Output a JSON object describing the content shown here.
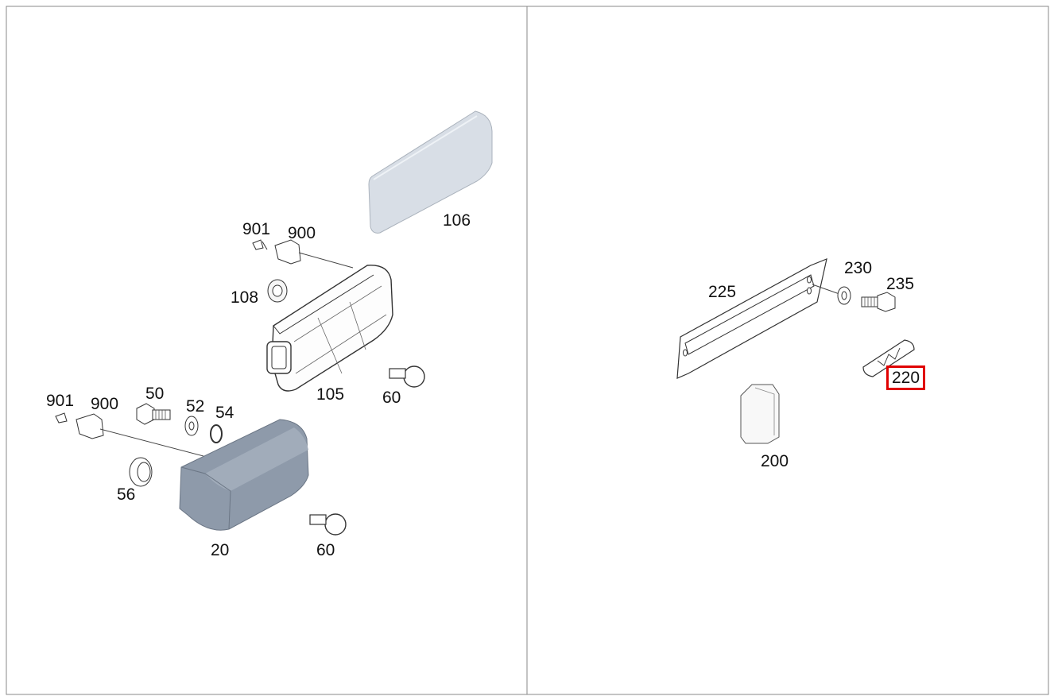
{
  "panels": {
    "left": {
      "labels": {
        "p106": "106",
        "p901a": "901",
        "p900a": "900",
        "p108": "108",
        "p105": "105",
        "p60a": "60",
        "p901b": "901",
        "p900b": "900",
        "p50": "50",
        "p52": "52",
        "p54": "54",
        "p56": "56",
        "p20": "20",
        "p60b": "60"
      }
    },
    "right": {
      "labels": {
        "p225": "225",
        "p230": "230",
        "p235": "235",
        "p220": "220",
        "p200": "200"
      },
      "highlighted": "220"
    }
  },
  "colors": {
    "border": "#888888",
    "highlight": "#e00000",
    "housing_fill": "#8e9aaa",
    "lens_fill": "#d8dee6"
  }
}
